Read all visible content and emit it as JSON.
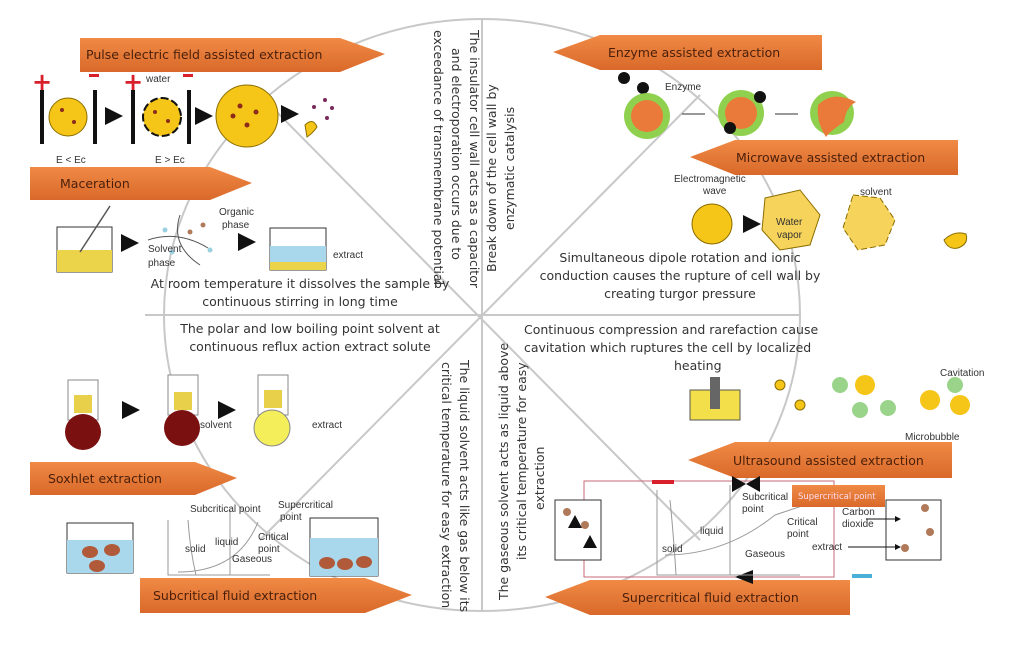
{
  "colors": {
    "banner": "#e87a3a",
    "cell": "#f5c518",
    "accent_red": "#d8202c",
    "liquid": "#a9d8ec"
  },
  "banners": {
    "pef": "Pulse electric field assisted extraction",
    "maceration": "Maceration",
    "enzyme": "Enzyme assisted extraction",
    "microwave": "Microwave assisted extraction",
    "soxhlet": "Soxhlet extraction",
    "subcritical": "Subcritical fluid extraction",
    "ultrasound": "Ultrasound assisted extraction",
    "supercritical": "Supercritical fluid extraction",
    "supercritical_point": "Supercritical point"
  },
  "descriptions": {
    "pef": [
      "The insulator cell wall acts as a capacitor",
      "and electroporation occurs due to",
      "exceedance of transmembrane potential"
    ],
    "enzyme": [
      "Break down of the cell wall by",
      "enzymatic catalysis"
    ],
    "maceration": [
      "At room temperature it dissolves the sample by",
      "continuous stirring in long time"
    ],
    "microwave": [
      "Simultaneous dipole rotation and ionic",
      "conduction causes the rupture of cell wall by",
      "creating turgor pressure"
    ],
    "soxhlet": [
      "The polar and low boiling point solvent at",
      "continuous reflux action extract solute"
    ],
    "ultrasound": [
      "Continuous compression and rarefaction cause",
      "cavitation which ruptures the cell by localized",
      "heating"
    ],
    "subcritical": [
      "The liquid solvent acts like gas below its",
      "critical temperature for easy extraction"
    ],
    "supercritical": [
      "The gaseous solvent acts as liquid above",
      "its critical temperature for easy",
      "extraction"
    ]
  },
  "labels": {
    "water": "water",
    "e_lt": "E < Ec",
    "e_gt": "E > Ec",
    "organic_phase": [
      "Organic",
      "phase"
    ],
    "solvent_phase": [
      "Solvent",
      "phase"
    ],
    "extract": "extract",
    "enzyme": "Enzyme",
    "em_wave": [
      "Electromagnetic",
      "wave"
    ],
    "water_vapor": [
      "Water",
      "vapor"
    ],
    "solvent": "solvent",
    "cavitation": "Cavitation",
    "microbubble": "Microbubble",
    "sox_solvent": "solvent",
    "sox_extract": "extract",
    "sub_subcritical_point": "Subcritical point",
    "sub_supercritical_point": [
      "Supercritical",
      "point"
    ],
    "liquid": "liquid",
    "solid": "solid",
    "critical_point": [
      "Critical",
      "point"
    ],
    "gaseous": "Gaseous",
    "sc_subcritical_point": [
      "Subcritical",
      "point"
    ],
    "carbon_dioxide": [
      "Carbon",
      "dioxide"
    ]
  }
}
